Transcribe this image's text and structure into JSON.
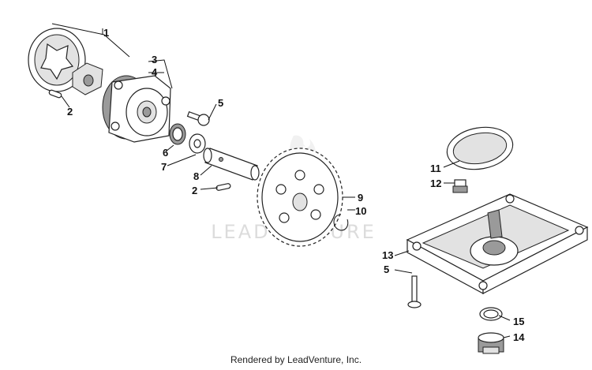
{
  "watermark": "LEADVENTURE",
  "credit": "Rendered by LeadVenture, Inc.",
  "callouts": [
    {
      "id": "1",
      "label": "1"
    },
    {
      "id": "2a",
      "label": "2"
    },
    {
      "id": "3",
      "label": "3"
    },
    {
      "id": "4",
      "label": "4"
    },
    {
      "id": "5a",
      "label": "5"
    },
    {
      "id": "6",
      "label": "6"
    },
    {
      "id": "7",
      "label": "7"
    },
    {
      "id": "8",
      "label": "8"
    },
    {
      "id": "2b",
      "label": "2"
    },
    {
      "id": "9",
      "label": "9"
    },
    {
      "id": "10",
      "label": "10"
    },
    {
      "id": "11",
      "label": "11"
    },
    {
      "id": "12",
      "label": "12"
    },
    {
      "id": "13",
      "label": "13"
    },
    {
      "id": "5b",
      "label": "5"
    },
    {
      "id": "15",
      "label": "15"
    },
    {
      "id": "14",
      "label": "14"
    }
  ]
}
